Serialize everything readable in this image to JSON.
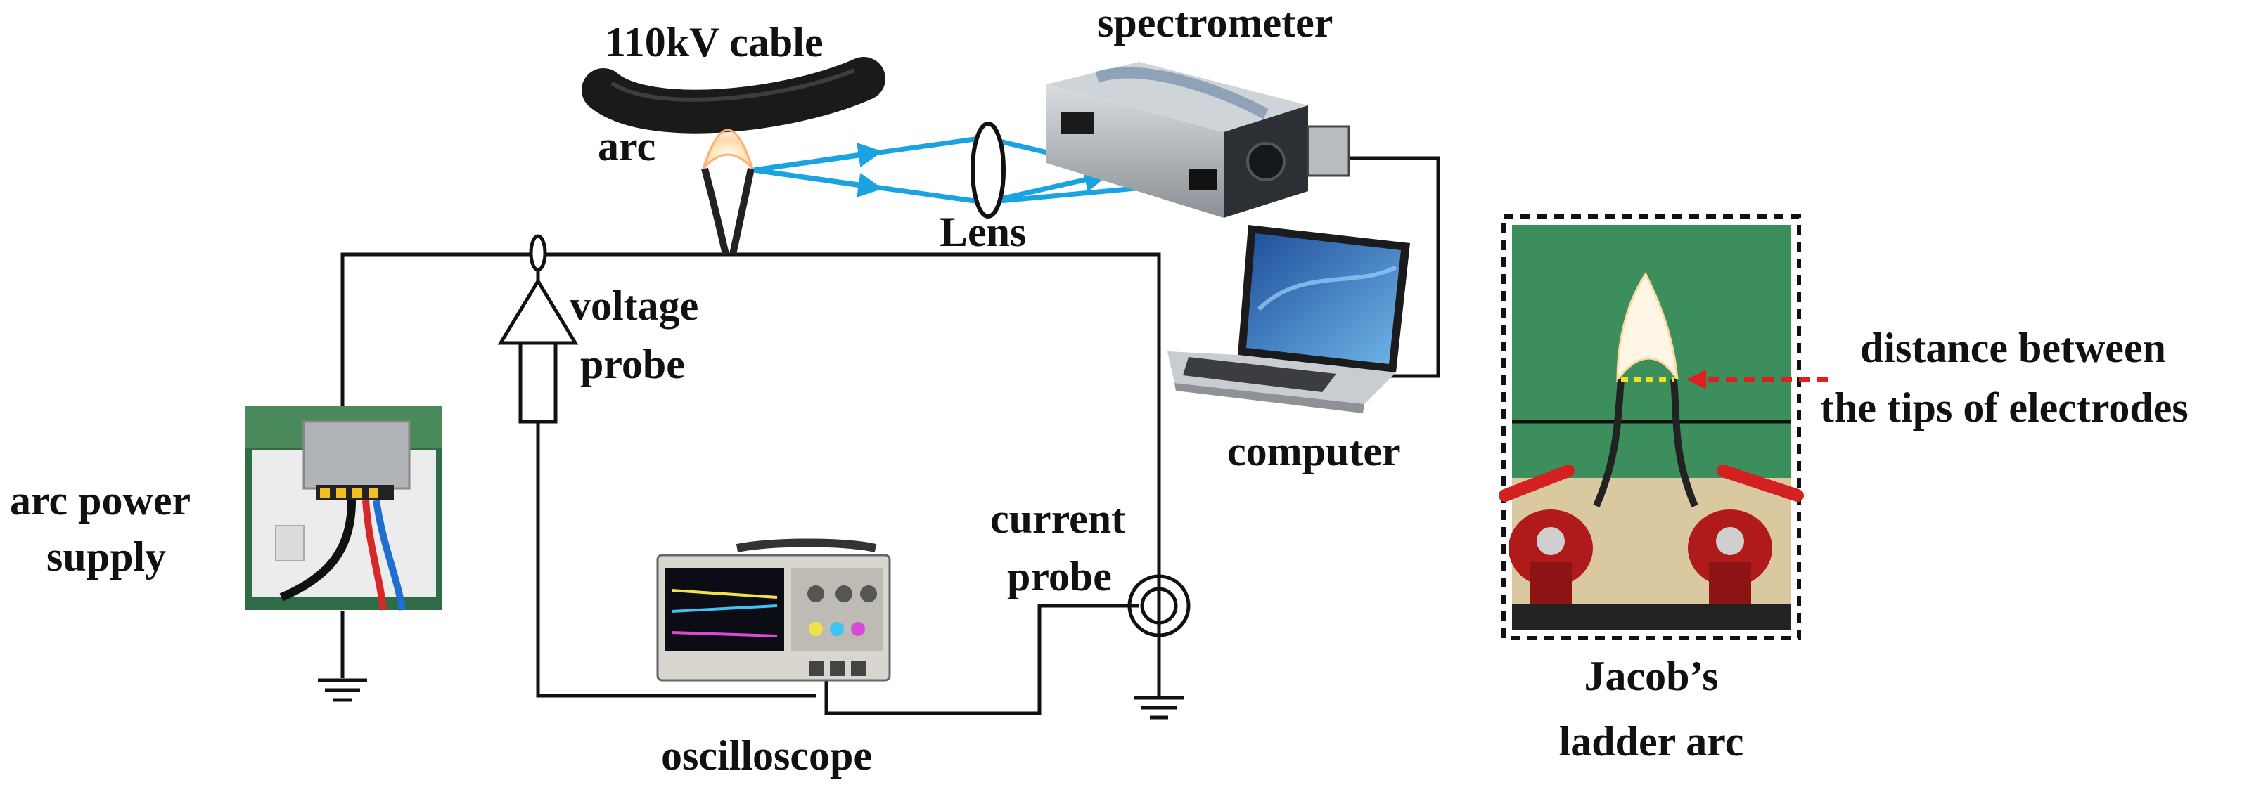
{
  "labels": {
    "cable": "110kV cable",
    "arc": "arc",
    "spectrometer": "spectrometer",
    "lens": "Lens",
    "voltage_probe_1": "voltage",
    "voltage_probe_2": "probe",
    "arc_power_1": "arc power",
    "arc_power_2": "supply",
    "computer": "computer",
    "current_probe_1": "current",
    "current_probe_2": "probe",
    "oscilloscope": "oscilloscope",
    "distance_1": "distance between",
    "distance_2": "the tips of electrodes",
    "jacob_1": "Jacob’s",
    "jacob_2": "ladder arc"
  },
  "colors": {
    "wire": "#111111",
    "light_path": "#19a3e0",
    "dashed_arrow": "#e02020",
    "gap_marker": "#f0e020",
    "photo_green": "#3c8f5c",
    "cable": "#1a1a1a"
  }
}
